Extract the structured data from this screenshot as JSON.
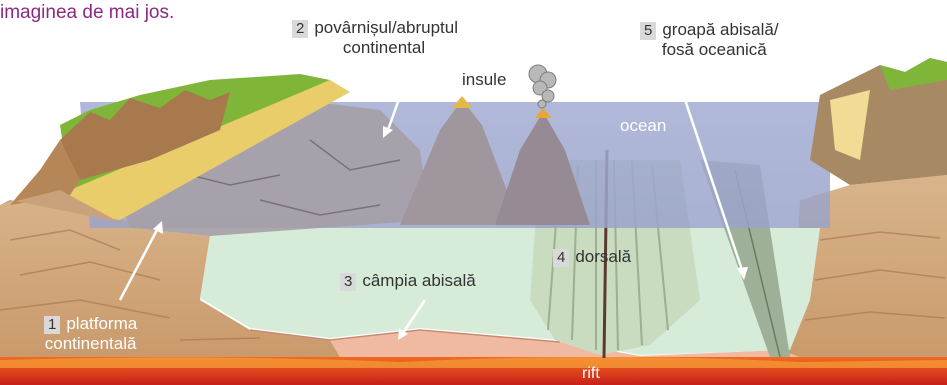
{
  "intro_text": "imaginea de mai jos.",
  "labels": {
    "slope": {
      "num": "2",
      "line1": "povârnișul/abruptul",
      "line2": "continental"
    },
    "trench": {
      "num": "5",
      "line1": "groapă abisală/",
      "line2": "fosă oceanică"
    },
    "islands": "insule",
    "ocean": "ocean",
    "ridge": {
      "num": "4",
      "text": "dorsală"
    },
    "plain": {
      "num": "3",
      "text": "câmpia abisală"
    },
    "shelf": {
      "num": "1",
      "line1": "platforma",
      "line2": "continentală"
    },
    "rift": "rift"
  },
  "colors": {
    "intro": "#8b2a80",
    "ocean": "#8f9dc7",
    "deep_water": "#cfe8d6",
    "magma": "#e8491c",
    "land_top": "#7fb63a",
    "sand": "#e8cd6a"
  }
}
